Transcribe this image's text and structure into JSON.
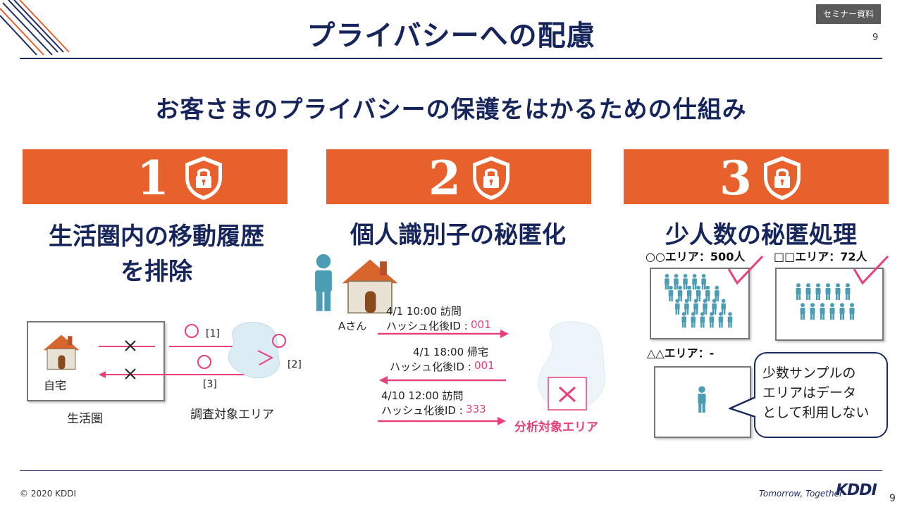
{
  "header": {
    "title": "プライバシーへの配慮",
    "badge": "セミナー資料",
    "page_number": "9"
  },
  "subtitle": "お客さまのプライバシーの保護をはかるための仕組み",
  "sections": [
    {
      "number": "1",
      "title_line1": "生活圏内の移動履歴",
      "title_line2": "を排除",
      "labels": {
        "home": "自宅",
        "life_area": "生活圏",
        "survey_area": "調査対象エリア",
        "step1": "[1]",
        "step2": "[2]",
        "step3": "[3]"
      }
    },
    {
      "number": "2",
      "title": "個人識別子の秘匿化",
      "person": "Aさん",
      "records": [
        {
          "time": "4/1 10:00 訪問",
          "id_label": "ハッシュ化後ID :",
          "id": "001"
        },
        {
          "time": "4/1 18:00 帰宅",
          "id_label": "ハッシュ化後ID :",
          "id": "001"
        },
        {
          "time": "4/10 12:00 訪問",
          "id_label": "ハッシュ化後ID :",
          "id": "333"
        }
      ],
      "analysis_area": "分析対象エリア"
    },
    {
      "number": "3",
      "title": "少人数の秘匿処理",
      "areas": [
        {
          "label": "○○エリア：500人"
        },
        {
          "label": "□□エリア：72人"
        },
        {
          "label": "△△エリア：-"
        }
      ],
      "callout": [
        "少数サンプルの",
        "エリアはデータ",
        "として利用しない"
      ]
    }
  ],
  "footer": {
    "copyright": "© 2020 KDDI",
    "tagline": "Tomorrow, Together",
    "brand": "KDDI",
    "page_number": "9"
  },
  "colors": {
    "navy": "#1b2a5e",
    "orange": "#e8602c",
    "pink": "#e8407a",
    "teal": "#4a9db3"
  }
}
